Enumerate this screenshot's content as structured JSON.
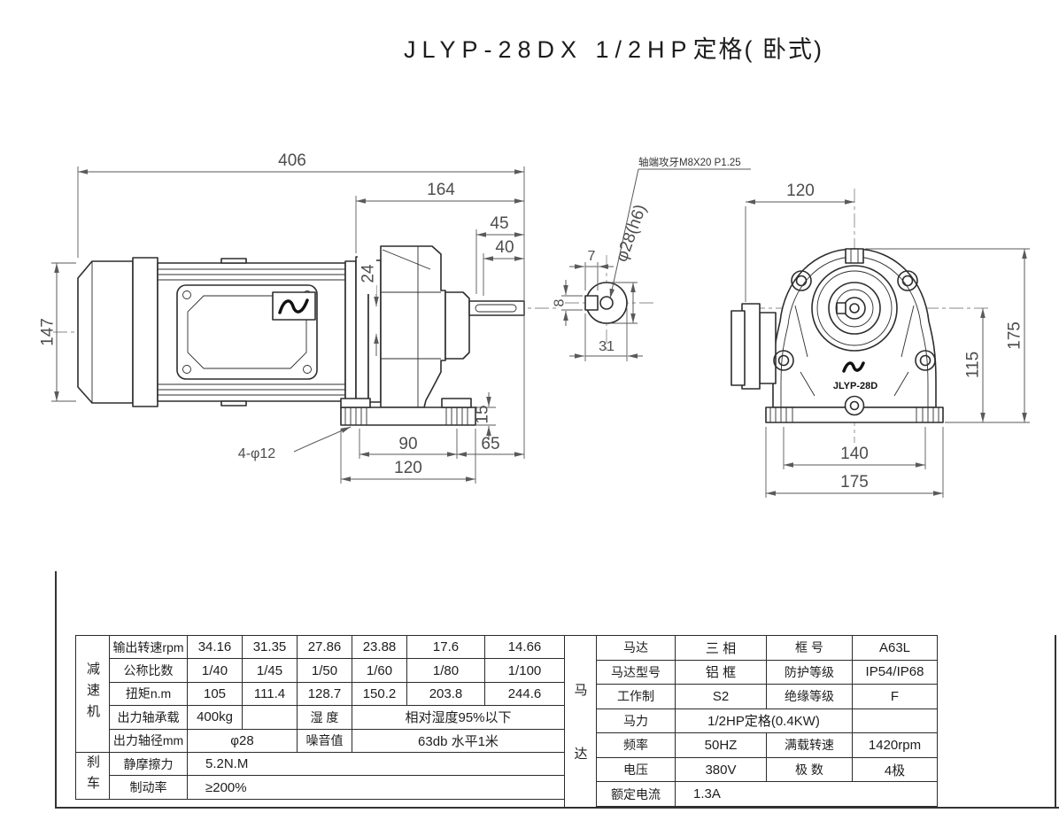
{
  "title": {
    "model": "JLYP-28DX 1/2HP",
    "suffix": "定格( 卧式)"
  },
  "side_view": {
    "dims": {
      "overall_length": "406",
      "gear_unit_length": "164",
      "shaft_step_length": "45",
      "shaft_length": "40",
      "axis_offset": "24",
      "motor_od": "147",
      "foot_pad_height": "15",
      "foot_hole_span": "90",
      "base_length": "120",
      "shaft_clearance": "65",
      "mounting_holes": "4-φ12"
    }
  },
  "shaft_view": {
    "tap_note": "轴端攻牙M8X20 P1.25",
    "diameter": "φ28(h6)",
    "key_width": "7",
    "key_height": "8",
    "key_flat_dim": "31"
  },
  "front_view": {
    "model_label": "JLYP-28D",
    "dims": {
      "flange_to_center": "120",
      "overall_height": "175",
      "axis_to_base": "115",
      "foot_hole_span": "140",
      "base_width": "175"
    }
  },
  "reducer_table": {
    "group_reducer": "减速机",
    "group_brake": "刹车",
    "output_speed": {
      "label": "输出转速rpm",
      "values": [
        "34.16",
        "31.35",
        "27.86",
        "23.88",
        "17.6",
        "14.66"
      ]
    },
    "ratio": {
      "label": "公称比数",
      "values": [
        "1/40",
        "1/45",
        "1/50",
        "1/60",
        "1/80",
        "1/100"
      ]
    },
    "torque": {
      "label": "扭矩n.m",
      "values": [
        "105",
        "111.4",
        "128.7",
        "150.2",
        "203.8",
        "244.6"
      ]
    },
    "shaft_load": {
      "label": "出力轴承载",
      "value": "400kg",
      "label2": "湿 度",
      "value2": "相对湿度95%以下"
    },
    "shaft_dia": {
      "label": "出力轴径mm",
      "value": "φ28",
      "label2": "噪音值",
      "value2": "63db 水平1米"
    },
    "static_friction": {
      "label": "静摩擦力",
      "value": "5.2N.M"
    },
    "brake_rate": {
      "label": "制动率",
      "value": "≥200%"
    }
  },
  "motor_table": {
    "group_chars": [
      "马",
      "达"
    ],
    "rows": [
      {
        "l1": "马达",
        "v1": "三 相",
        "l2": "框 号",
        "v2": "A63L"
      },
      {
        "l1": "马达型号",
        "v1": "铝 框",
        "l2": "防护等级",
        "v2": "IP54/IP68"
      },
      {
        "l1": "工作制",
        "v1": "S2",
        "l2": "绝缘等级",
        "v2": "F"
      },
      {
        "l1": "马力",
        "v1": "1/2HP定格(0.4KW)"
      },
      {
        "l1": "频率",
        "v1": "50HZ",
        "l2": "满载转速",
        "v2": "1420rpm"
      },
      {
        "l1": "电压",
        "v1": "380V",
        "l2": "极 数",
        "v2": "4极"
      },
      {
        "l1": "额定电流",
        "v1": "1.3A"
      }
    ]
  }
}
